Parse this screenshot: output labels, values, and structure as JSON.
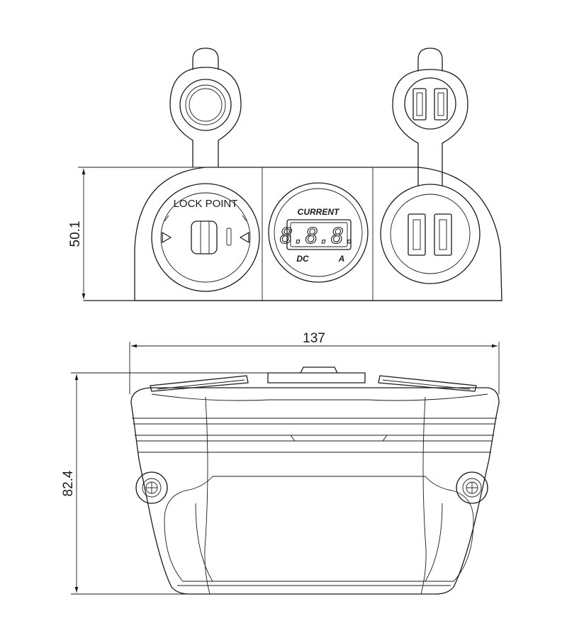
{
  "dimensions": {
    "front_height": "50.1",
    "width": "137",
    "side_height": "82.4"
  },
  "socket_labels": {
    "brand": "LOCK POINT"
  },
  "voltmeter": {
    "title": "CURRENT",
    "display": "8.8.8.",
    "mode": "DC",
    "unit": "A"
  }
}
